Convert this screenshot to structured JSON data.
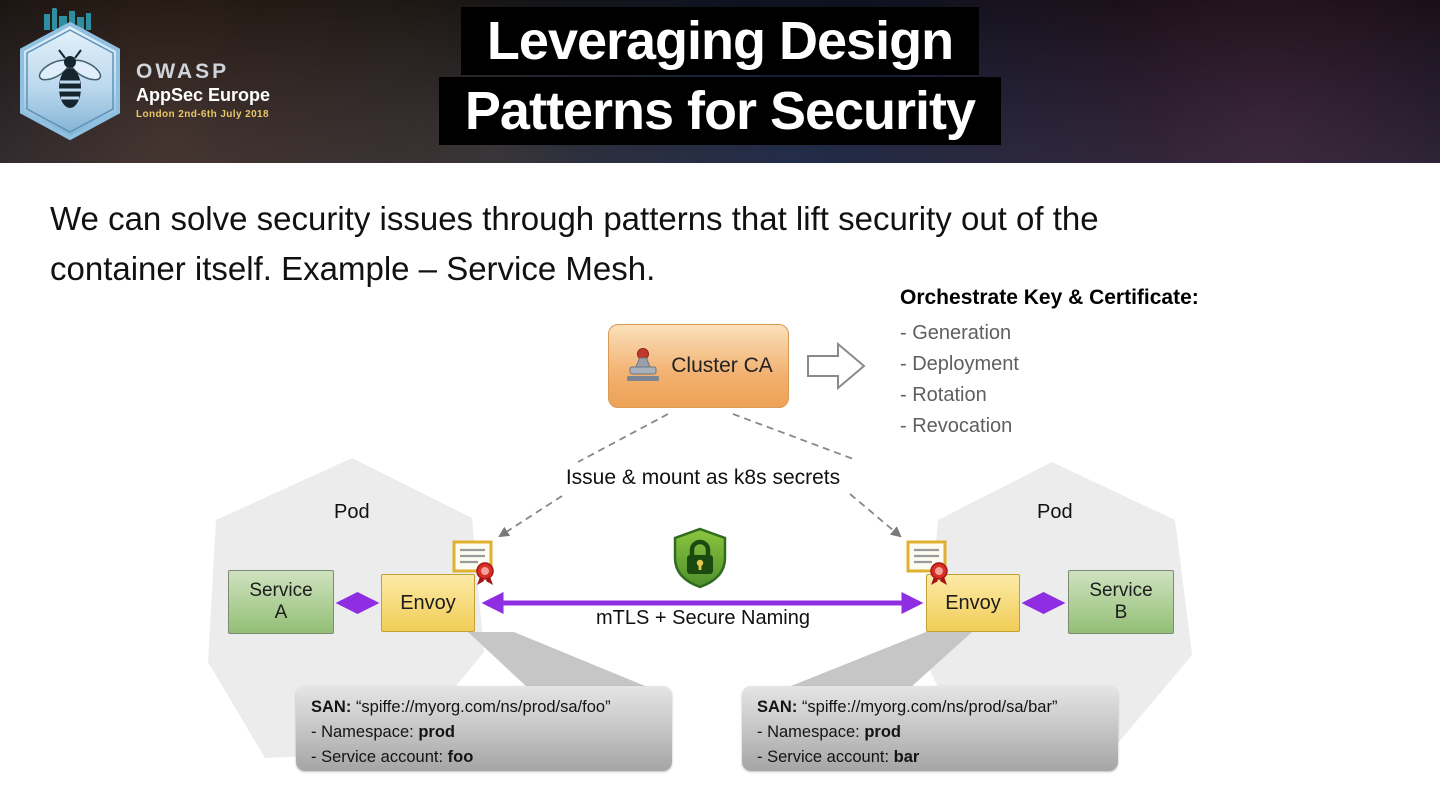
{
  "header": {
    "title_line1": "Leveraging Design",
    "title_line2": "Patterns for Security",
    "logo": {
      "org": "OWASP",
      "event": "AppSec Europe",
      "details": "London 2nd-6th July 2018"
    }
  },
  "intro": {
    "line1": "We can solve security issues through patterns that lift security out of the",
    "line2": "container itself. Example – Service Mesh."
  },
  "diagram": {
    "cluster_ca_label": "Cluster CA",
    "orchestrate_title": "Orchestrate Key & Certificate:",
    "orchestrate_items": [
      "- Generation",
      "- Deployment",
      "- Rotation",
      "- Revocation"
    ],
    "issue_label": "Issue & mount as k8s secrets",
    "mtls_label": "mTLS + Secure Naming",
    "pod_left": "Pod",
    "pod_right": "Pod",
    "service_a_line1": "Service",
    "service_a_line2": "A",
    "service_b_line1": "Service",
    "service_b_line2": "B",
    "envoy_left": "Envoy",
    "envoy_right": "Envoy",
    "callout_left": {
      "san_label": "SAN:",
      "san_value": "“spiffe://myorg.com/ns/prod/sa/foo”",
      "ns_label": "- Namespace:",
      "ns_value": "prod",
      "sa_label": "- Service account:",
      "sa_value": "foo"
    },
    "callout_right": {
      "san_label": "SAN:",
      "san_value": "“spiffe://myorg.com/ns/prod/sa/bar”",
      "ns_label": "- Namespace:",
      "ns_value": "prod",
      "sa_label": "- Service account:",
      "sa_value": "bar"
    },
    "colors": {
      "purple_arrow": "#8e2de2",
      "ca_orange": "#f2b170",
      "service_green": "#93bf76",
      "envoy_yellow": "#f1cd57",
      "shield_green": "#5a9e3a",
      "pod_gray": "#ececec"
    }
  }
}
